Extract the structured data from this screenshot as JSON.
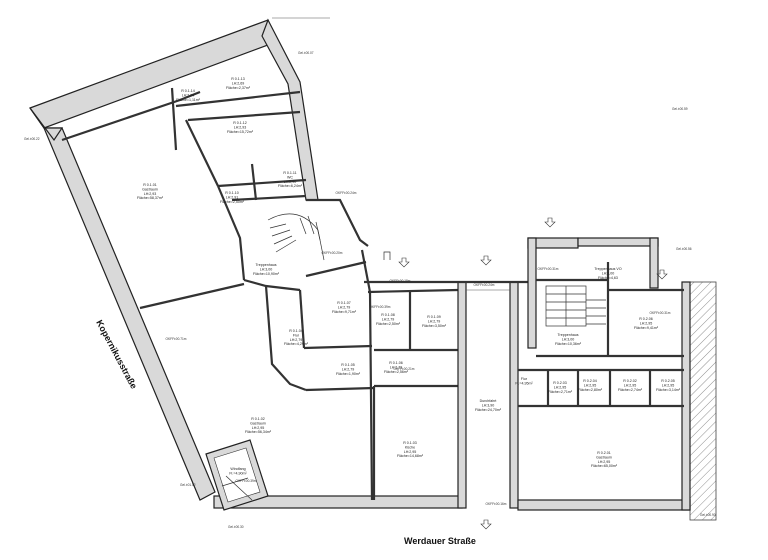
{
  "streets": {
    "kopernikus": "Kopernikusstraße",
    "werdauer": "Werdauer Straße"
  },
  "rooms": [
    {
      "id": "r1_13",
      "num": "R 0.1.13",
      "name": "",
      "h": "LH:2,69",
      "area": "Fläche=2,37m²"
    },
    {
      "id": "r1_14",
      "num": "R 0.1.14",
      "name": "",
      "h": "LH:2,94",
      "area": "Fläche=1,11m²"
    },
    {
      "id": "r1_12",
      "num": "R 0.1.12",
      "name": "",
      "h": "LH:2,93",
      "area": "Fläche=15,72m²"
    },
    {
      "id": "r1_01",
      "num": "R 0.1.01",
      "name": "Gastraum",
      "h": "LH:2,93",
      "area": "Fläche=58,37m²"
    },
    {
      "id": "r1_11",
      "num": "R 0.1.11",
      "name": "WC",
      "h": "LH:2,90",
      "area": "Fläche=6,24m²"
    },
    {
      "id": "r1_10",
      "num": "R 0.1.10",
      "name": "",
      "h": "LH:2,91",
      "area": "Fläche=2,50m²"
    },
    {
      "id": "tr1",
      "num": "",
      "name": "Treppenhaus",
      "h": "LH:3,00",
      "area": "Fläche=10,90m²"
    },
    {
      "id": "r1_07",
      "num": "R 0.1.07",
      "name": "",
      "h": "LH:2,79",
      "area": "Fläche=9,71m²"
    },
    {
      "id": "r1_08",
      "num": "R 0.1.08",
      "name": "",
      "h": "LH:2,79",
      "area": "Fläche=2,50m²"
    },
    {
      "id": "r1_09",
      "num": "R 0.1.09",
      "name": "",
      "h": "LH:2,79",
      "area": "Fläche=3,50m²"
    },
    {
      "id": "r1_04",
      "num": "R 0.1.04",
      "name": "Flur",
      "h": "LH:2,79",
      "area": "Fläche=4,29m²"
    },
    {
      "id": "r1_06",
      "num": "R 0.1.06",
      "name": "",
      "h": "LH:2,79",
      "area": "Fläche=2,56m²"
    },
    {
      "id": "r1_05",
      "num": "R 0.1.05",
      "name": "",
      "h": "LH:2,79",
      "area": "Fläche=1,90m²"
    },
    {
      "id": "r1_02",
      "num": "R 0.1.02",
      "name": "Gastraum",
      "h": "LH:2,95",
      "area": "Fläche=56,34m²"
    },
    {
      "id": "r1_03",
      "num": "R 0.1.03",
      "name": "Küche",
      "h": "LH:2,95",
      "area": "Fläche=14,68m²"
    },
    {
      "id": "wind",
      "num": "",
      "name": "Windfang",
      "h": "",
      "area": "Fl.=4,90m²"
    },
    {
      "id": "durch",
      "num": "",
      "name": "Durchfahrt",
      "h": "LH:3,90",
      "area": "Fläche=24,70m²"
    },
    {
      "id": "tr2",
      "num": "",
      "name": "Treppenhaus",
      "h": "LH:3,00",
      "area": "Fläche=10,36m²"
    },
    {
      "id": "tr2b",
      "num": "",
      "name": "Treppenhaus VO",
      "h": "LH:3,00",
      "area": "Fläche=4,63"
    },
    {
      "id": "r2_06",
      "num": "R 0.2.06",
      "name": "",
      "h": "LH:2,95",
      "area": "Fläche=9,41m²"
    },
    {
      "id": "r2_04",
      "num": "R 0.2.04",
      "name": "",
      "h": "LH:2,95",
      "area": "Fläche=2,80m²"
    },
    {
      "id": "r2_03",
      "num": "R 0.2.03",
      "name": "",
      "h": "LH:2,95",
      "area": "Fläche=2,71m²"
    },
    {
      "id": "r2_02",
      "num": "R 0.2.02",
      "name": "",
      "h": "LH:2,95",
      "area": "Fläche=2,74m²"
    },
    {
      "id": "r2_05",
      "num": "R 0.2.05",
      "name": "",
      "h": "LH:2,95",
      "area": "Fläche=3,14m²"
    },
    {
      "id": "r2_01",
      "num": "R 0.2.01",
      "name": "Gastraum",
      "h": "LH:2,95",
      "area": "Fläche=65,00m²"
    },
    {
      "id": "flur2",
      "num": "",
      "name": "Flur",
      "h": "",
      "area": "Fl.=4,95m²"
    }
  ],
  "levels": [
    {
      "id": "l1",
      "text": "OKFF±00.24m"
    },
    {
      "id": "l2",
      "text": "OKFF±00.20m"
    },
    {
      "id": "l3",
      "text": "OKFF±00.18m"
    },
    {
      "id": "l4",
      "text": "OKFF±00.24m"
    },
    {
      "id": "l5",
      "text": "OKFF±00.31m"
    },
    {
      "id": "l6",
      "text": "OKFF±00.31m"
    },
    {
      "id": "l7",
      "text": "OKFF±00.39m"
    },
    {
      "id": "l8",
      "text": "OKFF±00.71m"
    },
    {
      "id": "l9",
      "text": "OKFF±00.39m"
    },
    {
      "id": "l10",
      "text": "OKFF±00.16m"
    },
    {
      "id": "l11",
      "text": "OKFF±00.21m"
    }
  ],
  "gel": [
    {
      "id": "g1",
      "text": "Gel.±00.07"
    },
    {
      "id": "g2",
      "text": "Gel.±00.22"
    },
    {
      "id": "g3",
      "text": "Gel.±01.52"
    },
    {
      "id": "g4",
      "text": "Gel.±00.30"
    },
    {
      "id": "g5",
      "text": "Gel.±00.56"
    },
    {
      "id": "g6",
      "text": "Gel.±00.90"
    },
    {
      "id": "g7",
      "text": "Gel.±00.59"
    }
  ]
}
